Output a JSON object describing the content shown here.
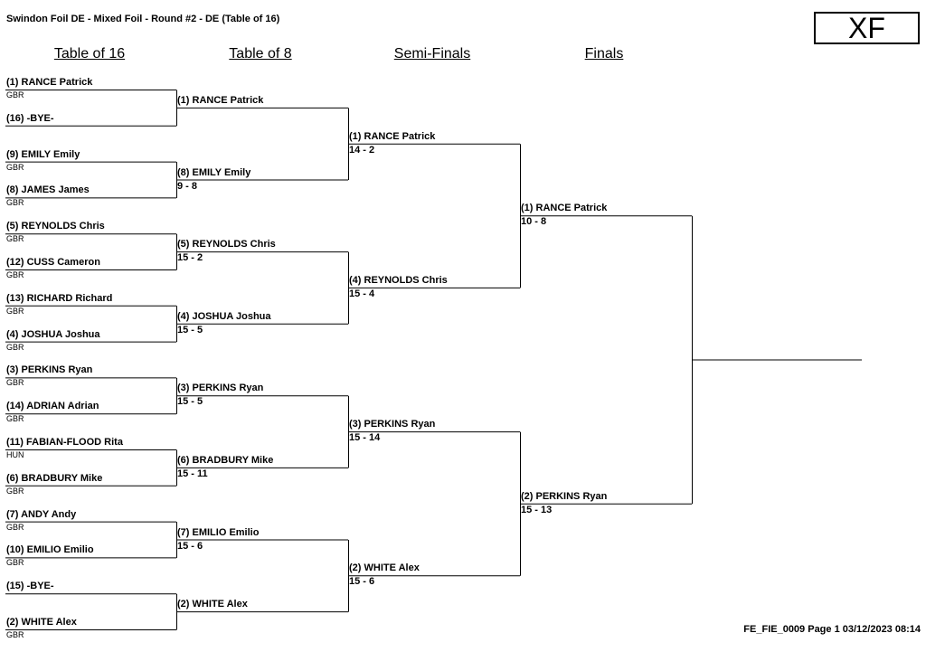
{
  "header": {
    "title": "Swindon Foil DE - Mixed Foil - Round #2 - DE (Table of 16)",
    "logo_text": "XF"
  },
  "columns": [
    "Table of 16",
    "Table of 8",
    "Semi-Finals",
    "Finals"
  ],
  "table16": [
    {
      "name": "(1) RANCE Patrick",
      "country": "GBR"
    },
    {
      "name": "(16) -BYE-",
      "country": ""
    },
    {
      "name": "(9) EMILY Emily",
      "country": "GBR"
    },
    {
      "name": "(8) JAMES James",
      "country": "GBR"
    },
    {
      "name": "(5) REYNOLDS Chris",
      "country": "GBR"
    },
    {
      "name": "(12) CUSS Cameron",
      "country": "GBR"
    },
    {
      "name": "(13) RICHARD Richard",
      "country": "GBR"
    },
    {
      "name": "(4) JOSHUA Joshua",
      "country": "GBR"
    },
    {
      "name": "(3) PERKINS Ryan",
      "country": "GBR"
    },
    {
      "name": "(14) ADRIAN Adrian",
      "country": "GBR"
    },
    {
      "name": "(11) FABIAN-FLOOD Rita",
      "country": "HUN"
    },
    {
      "name": "(6) BRADBURY Mike",
      "country": "GBR"
    },
    {
      "name": "(7) ANDY Andy",
      "country": "GBR"
    },
    {
      "name": "(10) EMILIO Emilio",
      "country": "GBR"
    },
    {
      "name": "(15) -BYE-",
      "country": ""
    },
    {
      "name": "(2) WHITE Alex",
      "country": "GBR"
    }
  ],
  "table8": [
    {
      "name": "(1) RANCE Patrick",
      "score": ""
    },
    {
      "name": "(8) EMILY Emily",
      "score": "9 - 8"
    },
    {
      "name": "(5) REYNOLDS Chris",
      "score": "15 - 2"
    },
    {
      "name": "(4) JOSHUA Joshua",
      "score": "15 - 5"
    },
    {
      "name": "(3) PERKINS Ryan",
      "score": "15 - 5"
    },
    {
      "name": "(6) BRADBURY Mike",
      "score": "15 - 11"
    },
    {
      "name": "(7) EMILIO Emilio",
      "score": "15 - 6"
    },
    {
      "name": "(2) WHITE Alex",
      "score": ""
    }
  ],
  "semis": [
    {
      "name": "(1) RANCE Patrick",
      "score": "14 - 2"
    },
    {
      "name": "(4) REYNOLDS Chris",
      "score": "15 - 4"
    },
    {
      "name": "(3) PERKINS Ryan",
      "score": "15 - 14"
    },
    {
      "name": "(2) WHITE Alex",
      "score": "15 - 6"
    }
  ],
  "finals": [
    {
      "name": "(1) RANCE Patrick",
      "score": "10 - 8"
    },
    {
      "name": "(2) PERKINS Ryan",
      "score": "15 - 13"
    }
  ],
  "footer": "FE_FIE_0009   Page 1   03/12/2023   08:14"
}
